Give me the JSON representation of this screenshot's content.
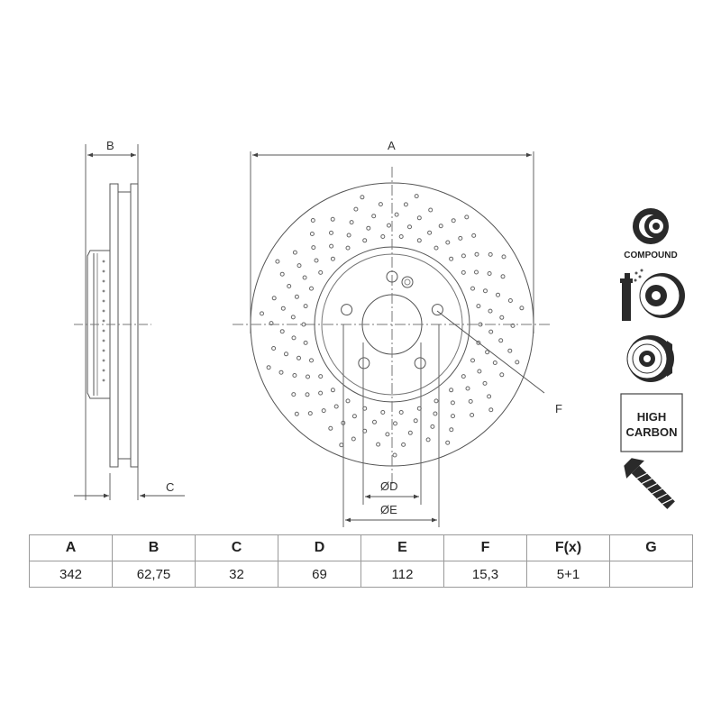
{
  "labels": {
    "a": "A",
    "b": "B",
    "c": "C",
    "f": "F",
    "d": "ØD",
    "e": "ØE"
  },
  "badges": {
    "compound": "COMPOUND",
    "high_carbon_line1": "HIGH",
    "high_carbon_line2": "CARBON"
  },
  "icons": [
    "compound-disc-icon",
    "coated-disc-spray-icon",
    "vented-disc-icon",
    "high-carbon-icon",
    "screw-icon"
  ],
  "specs": {
    "headers": [
      "A",
      "B",
      "C",
      "D",
      "E",
      "F",
      "F(x)",
      "G"
    ],
    "values": [
      "342",
      "62,75",
      "32",
      "69",
      "112",
      "15,3",
      "5+1",
      ""
    ]
  }
}
